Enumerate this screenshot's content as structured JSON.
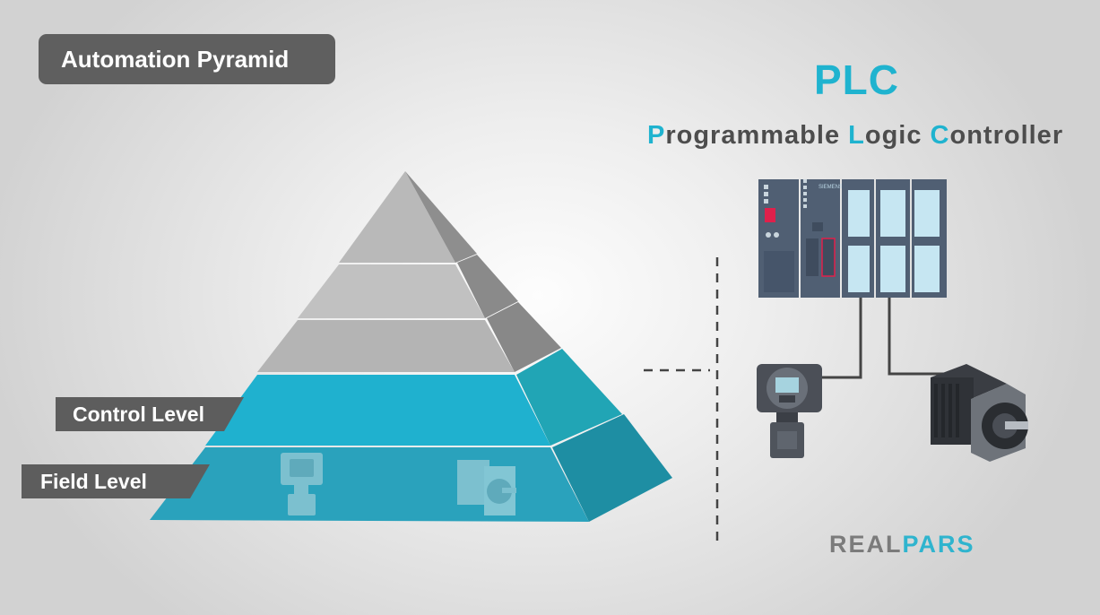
{
  "title": "Automation Pyramid",
  "pyramid": {
    "levels": [
      {
        "label": "Control Level"
      },
      {
        "label": "Field Level"
      }
    ]
  },
  "plc": {
    "acronym": "PLC",
    "expansion": {
      "p_letter": "P",
      "p_rest": "rogrammable ",
      "l_letter": "L",
      "l_rest": "ogic ",
      "c_letter": "C",
      "c_rest": "ontroller"
    },
    "brand_label": "SIEMENS"
  },
  "brand": {
    "part1": "REAL",
    "part2": "PARS"
  },
  "colors": {
    "accent": "#1fb3cf",
    "dark_badge": "#5f5f5f"
  }
}
